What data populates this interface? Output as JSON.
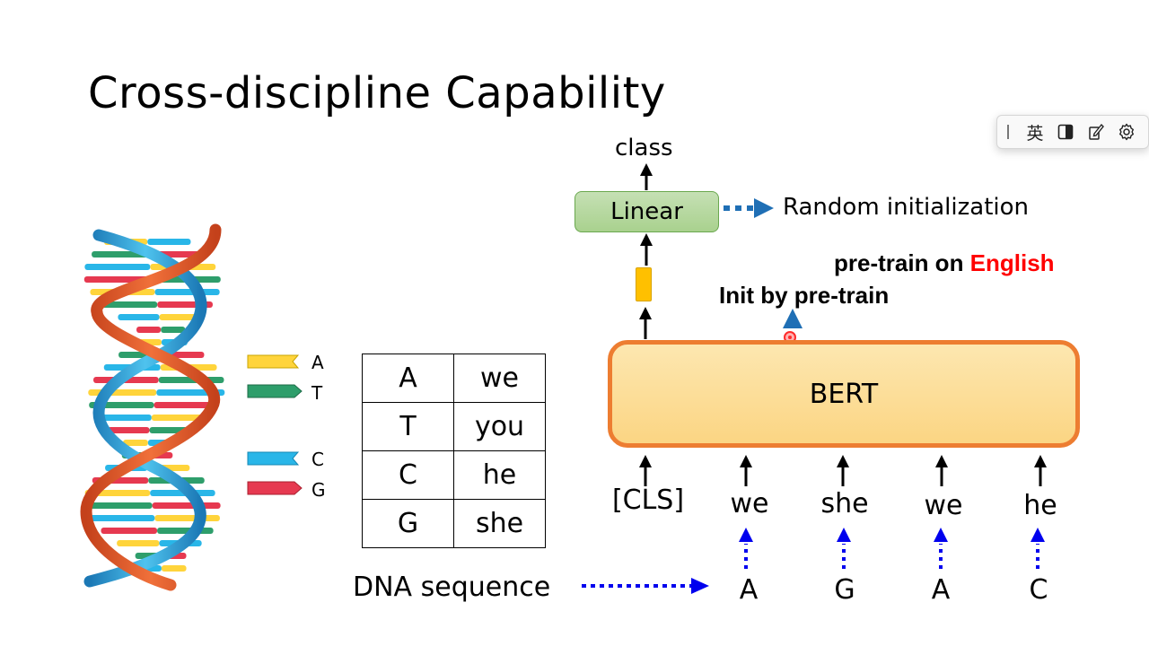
{
  "slide": {
    "title": "Cross-discipline Capability"
  },
  "ime_toolbar": {
    "language_label": "英"
  },
  "dna_legend": [
    {
      "base": "A",
      "color": "#ffd43b"
    },
    {
      "base": "T",
      "color": "#2e9e6b"
    },
    {
      "base": "C",
      "color": "#29b6e8"
    },
    {
      "base": "G",
      "color": "#e63950"
    }
  ],
  "mapping_table": [
    {
      "base": "A",
      "word": "we"
    },
    {
      "base": "T",
      "word": "you"
    },
    {
      "base": "C",
      "word": "he"
    },
    {
      "base": "G",
      "word": "she"
    }
  ],
  "model": {
    "output_label": "class",
    "linear_label": "Linear",
    "random_init_label": "Random initialization",
    "pretrain_prefix": "pre-train on ",
    "pretrain_language": "English",
    "init_label": "Init by pre-train",
    "bert_label": "BERT"
  },
  "inputs": {
    "cls_token": "[CLS]",
    "words": [
      "we",
      "she",
      "we",
      "he"
    ],
    "dna_bases": [
      "A",
      "G",
      "A",
      "C"
    ],
    "dna_sequence_label": "DNA sequence"
  },
  "colors": {
    "accent_red": "#ff0000",
    "dotted_arrow_blue": "#0000ee",
    "init_arrow_blue": "#1f6fb5",
    "bert_border": "#ed7d31",
    "cls_vector": "#ffc000"
  }
}
